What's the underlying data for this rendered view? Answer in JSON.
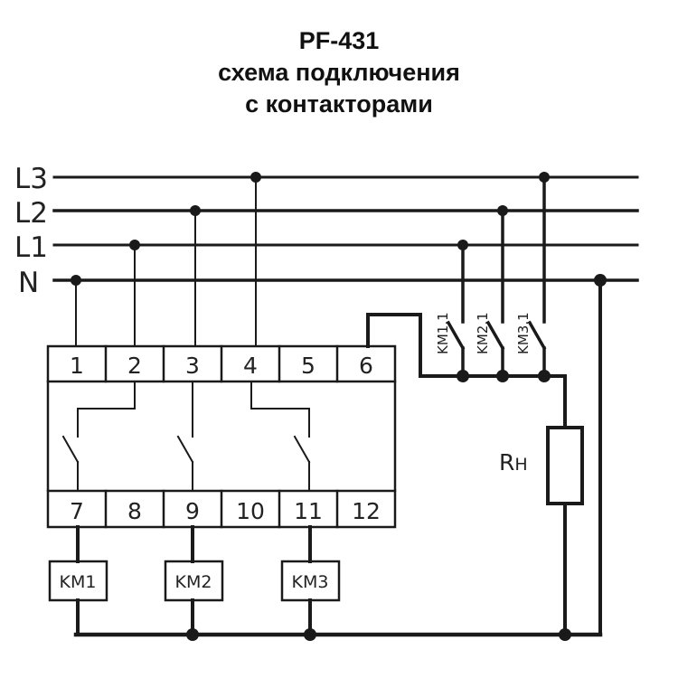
{
  "title": {
    "line1": "PF-431",
    "line2": "схема подключения",
    "line3": "с контакторами"
  },
  "buses": [
    {
      "id": "L3",
      "label": "L3"
    },
    {
      "id": "L2",
      "label": "L2"
    },
    {
      "id": "L1",
      "label": "L1"
    },
    {
      "id": "N",
      "label": "N"
    }
  ],
  "relay": {
    "top_terminals": [
      "1",
      "2",
      "3",
      "4",
      "5",
      "6"
    ],
    "bottom_terminals": [
      "7",
      "8",
      "9",
      "10",
      "11",
      "12"
    ]
  },
  "coils": [
    {
      "label": "KM1"
    },
    {
      "label": "KM2"
    },
    {
      "label": "KM3"
    }
  ],
  "contacts": [
    {
      "label": "KM1.1"
    },
    {
      "label": "KM2.1"
    },
    {
      "label": "KM3.1"
    }
  ],
  "load": {
    "label_main": "R",
    "label_sub": "Н"
  },
  "colors": {
    "wire": "#1a1a1a",
    "background": "#ffffff"
  }
}
